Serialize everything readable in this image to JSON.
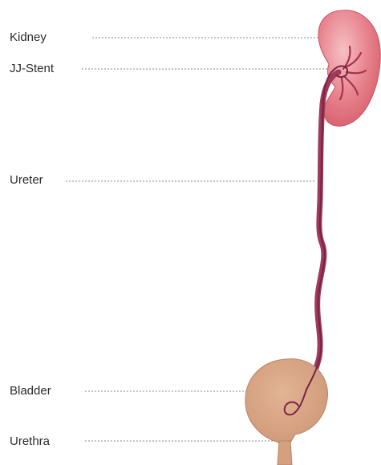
{
  "labels": {
    "kidney": "Kidney",
    "stent": "JJ-Stent",
    "ureter": "Ureter",
    "bladder": "Bladder",
    "urethra": "Urethra"
  },
  "colors": {
    "kidney_fill": "#e07a85",
    "kidney_highlight": "#f3b4b8",
    "ureter": "#9e3a5a",
    "stent": "#7a2443",
    "bladder": "#d9a585",
    "bladder_outline": "#b98468",
    "leader_line": "#8a8a8a"
  }
}
